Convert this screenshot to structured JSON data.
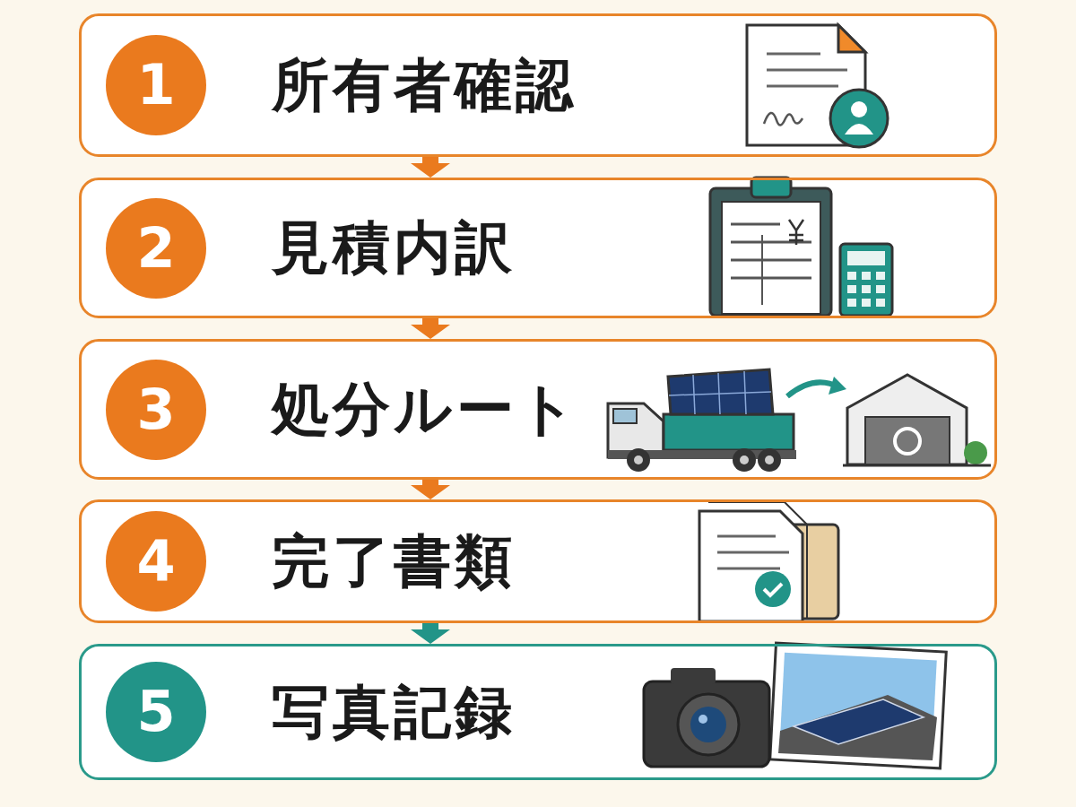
{
  "diagram": {
    "nodes": [
      {
        "text": [
          "所有者確認"
        ]
      },
      {
        "text": [
          "1"
        ],
        "in": 0
      },
      {
        "text": [
          "見積内訳"
        ]
      },
      {
        "text": [
          "2"
        ],
        "in": 2
      },
      {
        "text": [
          "処分ルート"
        ]
      },
      {
        "text": [
          "3"
        ],
        "in": 4
      },
      {
        "text": [
          "完了書類"
        ]
      },
      {
        "text": [
          "4"
        ],
        "in": 6
      },
      {
        "text": [
          "写真記録"
        ]
      },
      {
        "text": [
          "5"
        ],
        "in": 8
      }
    ],
    "edges": [
      {
        "from": 0,
        "to": 2,
        "arrow": "to"
      },
      {
        "from": 2,
        "to": 4,
        "arrow": "to"
      },
      {
        "from": 4,
        "to": 6,
        "arrow": "to"
      },
      {
        "from": 6,
        "to": 8,
        "arrow": "to"
      }
    ]
  }
}
